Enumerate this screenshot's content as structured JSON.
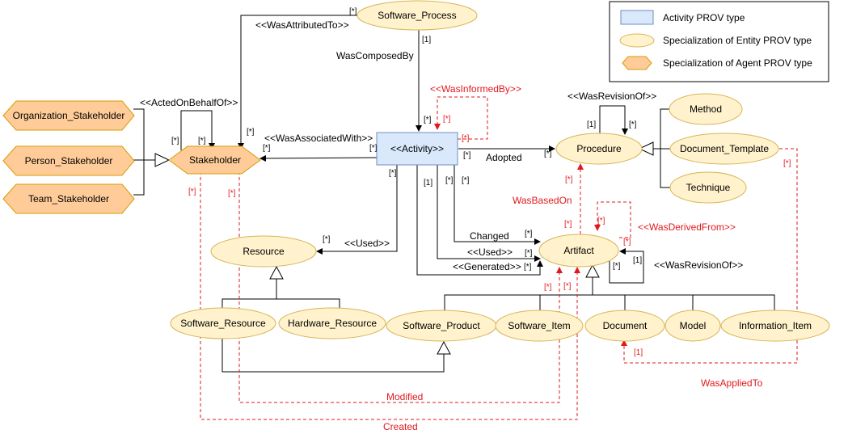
{
  "legend": {
    "activity": "Activity PROV type",
    "entity": "Specialization of Entity PROV type",
    "agent": "Specialization of Agent PROV type"
  },
  "colors": {
    "entity_fill": "#fff2cc",
    "agent_fill": "#ffcc99",
    "activity_fill": "#dae8fc",
    "red_relation": "#e0191d"
  },
  "nodes": {
    "software_process": "Software_Process",
    "activity": "<<Activity>>",
    "stakeholder": "Stakeholder",
    "organization_stakeholder": "Organization_Stakeholder",
    "person_stakeholder": "Person_Stakeholder",
    "team_stakeholder": "Team_Stakeholder",
    "procedure": "Procedure",
    "method": "Method",
    "document_template": "Document_Template",
    "technique": "Technique",
    "resource": "Resource",
    "software_resource": "Software_Resource",
    "hardware_resource": "Hardware_Resource",
    "artifact": "Artifact",
    "software_product": "Software_Product",
    "software_item": "Software_Item",
    "document": "Document",
    "model": "Model",
    "information_item": "Information_Item"
  },
  "relations": {
    "was_attributed_to": "<<WasAttributedTo>>",
    "was_composed_by": "WasComposedBy",
    "acted_on_behalf_of": "<<ActedOnBehalfOf>>",
    "was_associated_with": "<<WasAssociatedWith>>",
    "was_informed_by": "<<WasInformedBy>>",
    "was_revision_of_procedure": "<<WasRevisionOf>>",
    "adopted": "Adopted",
    "was_based_on": "WasBasedOn",
    "was_derived_from": "<<WasDerivedFrom>>",
    "used_resource": "<<Used>>",
    "changed": "Changed",
    "used_artifact": "<<Used>>",
    "generated": "<<Generated>>",
    "was_revision_of_artifact": "<<WasRevisionOf>>",
    "was_applied_to": "WasAppliedTo",
    "modified": "Modified",
    "created": "Created"
  },
  "multiplicities": {
    "star": "[*]",
    "one": "[1]"
  }
}
